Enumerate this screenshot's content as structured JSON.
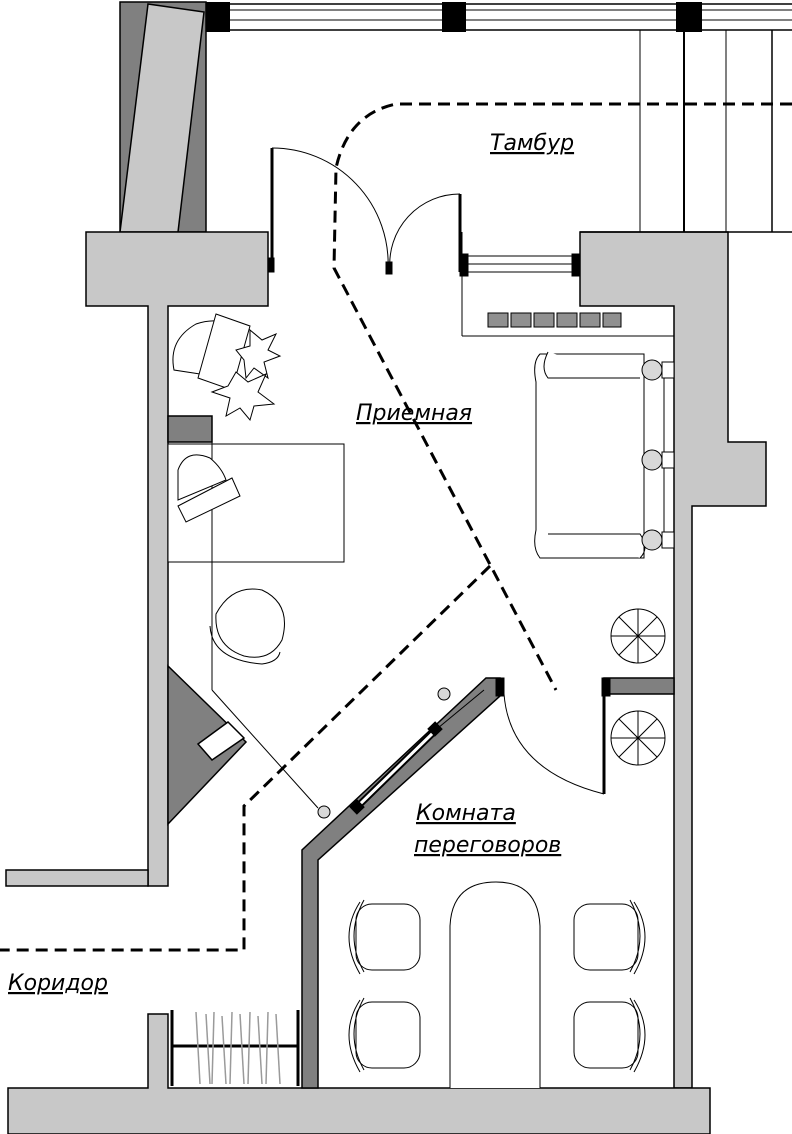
{
  "rooms": {
    "vestibule": "Тамбур",
    "reception": "Приемная",
    "meeting_line1": "Комната",
    "meeting_line2": "переговоров",
    "corridor": "Коридор"
  },
  "colors": {
    "wall": "#c8c8c8",
    "wall_dark": "#808080",
    "line": "#000000",
    "background": "#ffffff"
  }
}
